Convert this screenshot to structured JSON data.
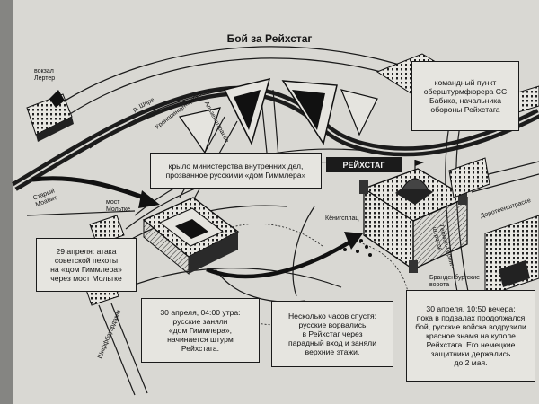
{
  "title": "Бой за Рейхстаг",
  "reichstag_label": "РЕЙХСТАГ",
  "callouts": {
    "ministry": [
      "крыло министерства внутренних дел,",
      "прозванное русскими «дом Гиммлера»"
    ],
    "command_post": [
      "командный пункт",
      "оберштурмфюрера СС",
      "Бабика, начальника",
      "обороны Рейхстага"
    ],
    "april29": [
      "29 апреля: атака",
      "советской пехоты",
      "на «дом Гиммлера»",
      "через мост Мольтке"
    ],
    "april30_morning": [
      "30 апреля, 04:00 утра:",
      "русские заняли",
      "«дом Гиммлера»,",
      "начинается штурм",
      "Рейхстага."
    ],
    "hours_later": [
      "Несколько часов спустя:",
      "русские ворвались",
      "в Рейхстаг через",
      "парадный вход и заняли",
      "верхние этажи."
    ],
    "april30_evening": [
      "30 апреля, 10:50 вечера:",
      "пока в подвалах продолжался",
      "бой, русские войска водрузили",
      "красное знамя на куполе",
      "Рейхстага. Его немецкие",
      "защитники держались",
      "до 2 мая."
    ]
  },
  "street_labels": {
    "lehrter_station": [
      "вокзал",
      "Лертер"
    ],
    "spree": "р. Шпре",
    "kronprinzenbrucke": "Кронпринценбрюке",
    "alsenstrasse": "Альзенштрассе",
    "moltke_bridge": [
      "мост",
      "Мольтке"
    ],
    "old_moabit": [
      "Старый",
      "Моабит"
    ],
    "konigsplatz": "Кёнигсплац",
    "dorotheenstrasse": "Доротеенштрассе",
    "hermann_goring_strasse": [
      "Герман-Геринг-",
      "штрассе"
    ],
    "brandenburg_gate": [
      "Бранденбургские",
      "ворота"
    ],
    "schiffbauerdamm": "Шиффбауэрдамм"
  }
}
